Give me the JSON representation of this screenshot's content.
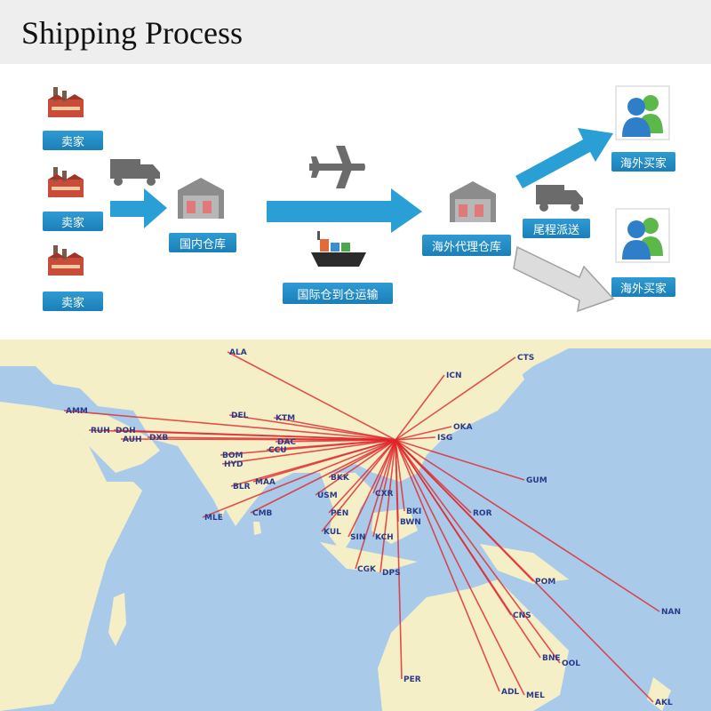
{
  "header": {
    "title": "Shipping Process"
  },
  "flow": {
    "sellers": [
      "卖家",
      "卖家",
      "卖家"
    ],
    "domestic_warehouse": "国内仓库",
    "intl_transport": "国际仓到仓运输",
    "overseas_warehouse": "海外代理仓库",
    "last_mile": "尾程派送",
    "buyers": [
      "海外买家",
      "海外买家"
    ]
  },
  "map": {
    "hub": "",
    "airports": [
      "ALA",
      "CTS",
      "ICN",
      "AMM",
      "DEL",
      "KTM",
      "RUH",
      "DOH",
      "AUH",
      "DXB",
      "BOM",
      "HYD",
      "DAC",
      "CCU",
      "BLR",
      "MAA",
      "MLE",
      "CMB",
      "BKK",
      "USM",
      "PEN",
      "KUL",
      "SIN",
      "KCH",
      "CGK",
      "DPS",
      "CXR",
      "BKI",
      "BWN",
      "GUM",
      "ROR",
      "OKA",
      "ISG",
      "POM",
      "NAN",
      "CNS",
      "BNE",
      "OOL",
      "PER",
      "ADL",
      "MEL",
      "AKL"
    ]
  },
  "colors": {
    "label_blue": "#1b7fb8",
    "arrow_blue": "#2a9fd6",
    "route_red": "#e0262a",
    "ocean": "#a9cbe9",
    "land": "#f5efc8"
  }
}
